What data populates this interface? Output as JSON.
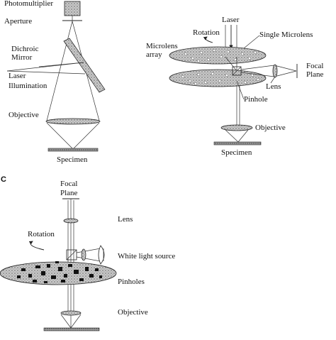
{
  "panel_a": {
    "photomultiplier": "Photomultiplier",
    "aperture": "Aperture",
    "dichroic_line1": "Dichroic",
    "dichroic_line2": "Mirror",
    "laser_line1": "Laser",
    "laser_line2": "Illumination",
    "objective": "Objective",
    "specimen": "Specimen"
  },
  "panel_b": {
    "laser": "Laser",
    "rotation": "Rotation",
    "single_microlens": "Single Microlens",
    "microlens_line1": "Microlens",
    "microlens_line2": "array",
    "focal_line1": "Focal",
    "focal_line2": "Plane",
    "lens": "Lens",
    "pinhole": "Pinhole",
    "objective": "Objective",
    "specimen": "Specimen"
  },
  "panel_c": {
    "panel_letter": "C",
    "focal_line1": "Focal",
    "focal_line2": "Plane",
    "lens": "Lens",
    "rotation": "Rotation",
    "white_light_source": "White light source",
    "pinholes": "Pinholes",
    "objective": "Objective"
  },
  "colors": {
    "ink": "#222222",
    "stipple": "#9a9a9a",
    "background": "#ffffff"
  }
}
